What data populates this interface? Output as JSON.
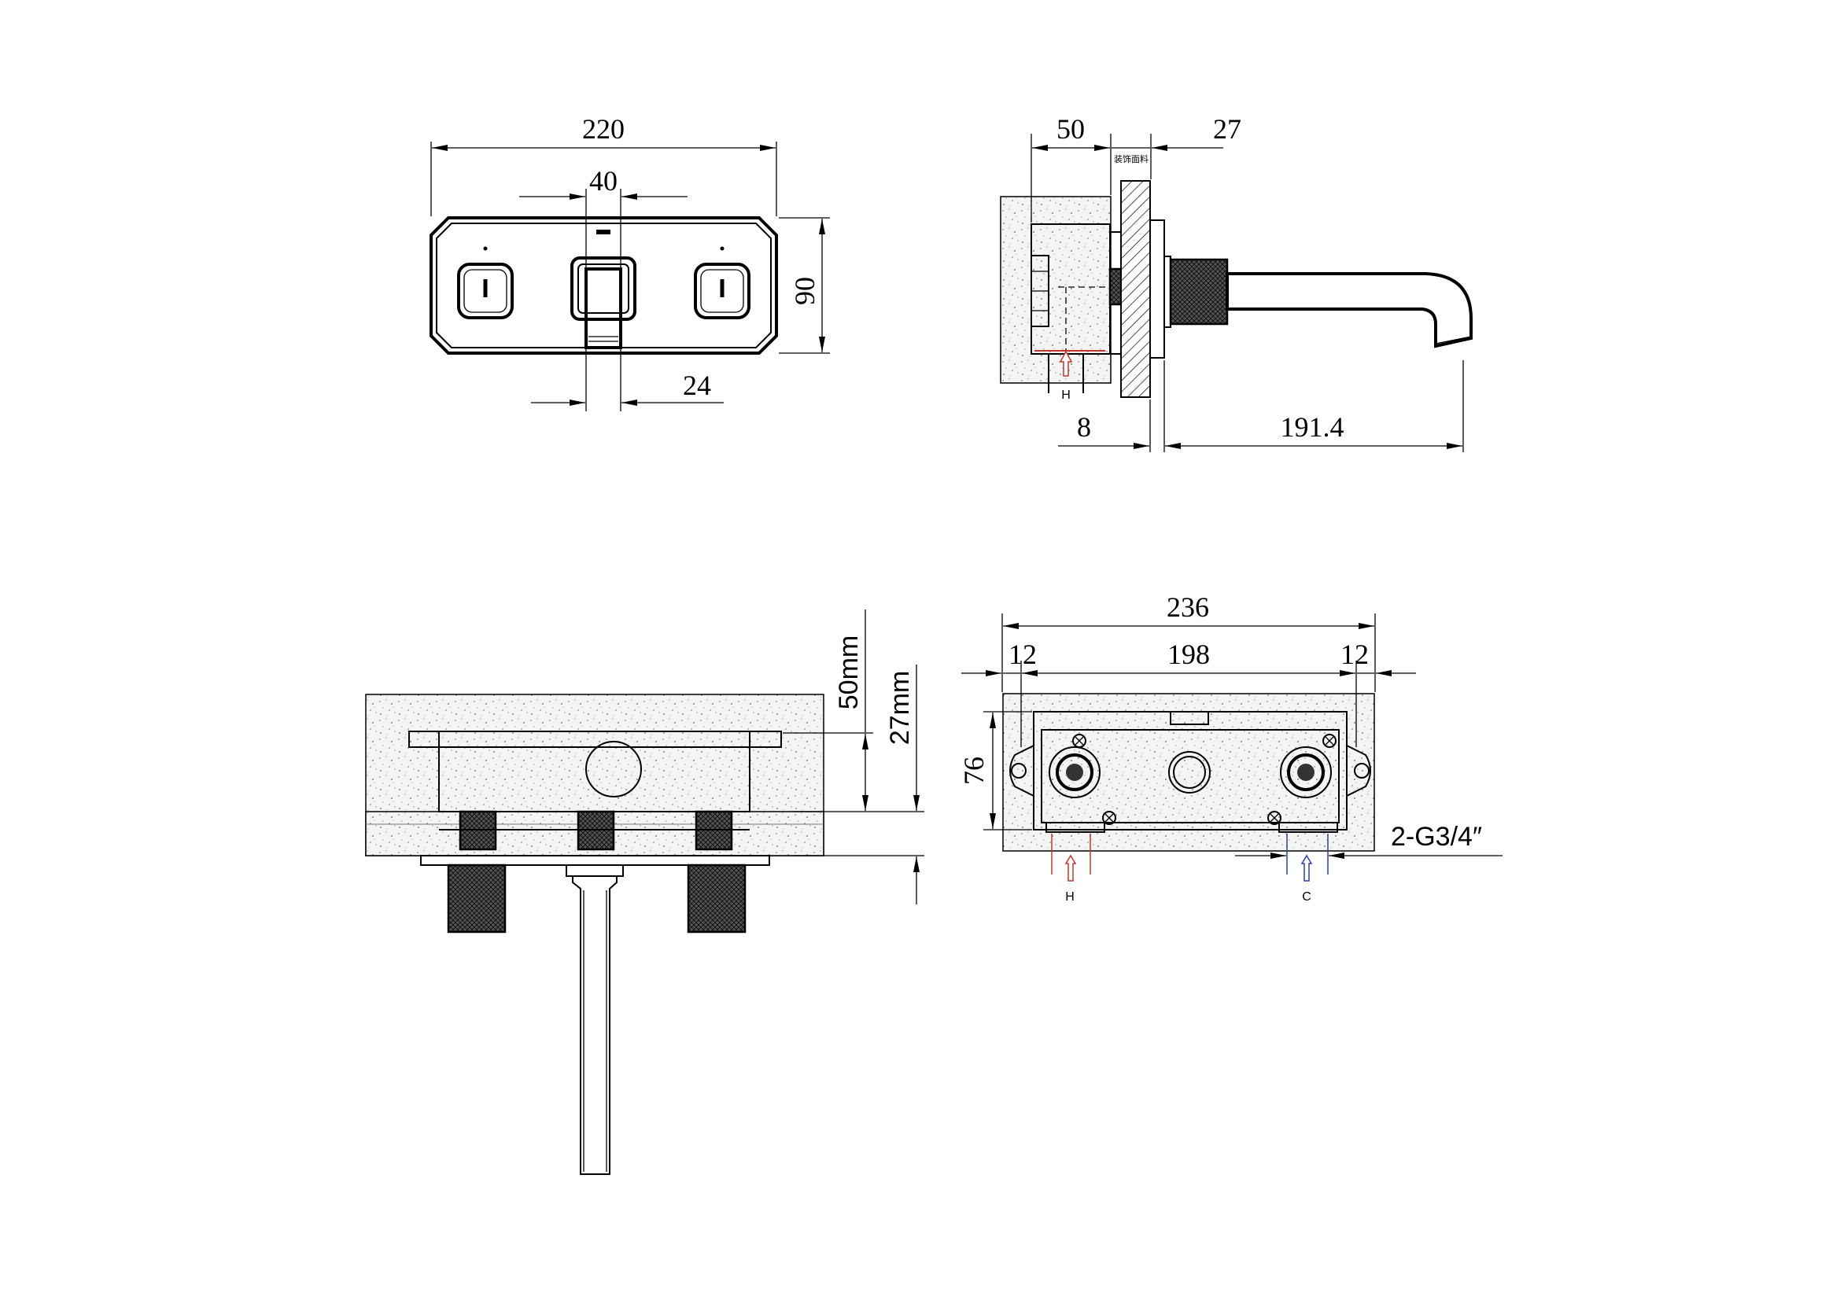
{
  "front_view": {
    "width_label": "220",
    "spout_width_label": "40",
    "height_label": "90",
    "spout_depth_label": "24"
  },
  "side_view": {
    "wall_depth_label": "50",
    "panel_label": "27",
    "panel_note": "装饰面料",
    "offset_label": "8",
    "spout_length_label": "191.4",
    "inlet_label": "H"
  },
  "top_section": {
    "depth_label_1": "50mm",
    "depth_label_2": "27mm"
  },
  "box_view": {
    "overall_width_label": "236",
    "left_margin_label": "12",
    "center_width_label": "198",
    "right_margin_label": "12",
    "height_label": "76",
    "thread_label": "2-G3/4″",
    "hot_label": "H",
    "cold_label": "C"
  },
  "colors": {
    "hot": "#c0392b",
    "cold": "#2e3ea8"
  }
}
